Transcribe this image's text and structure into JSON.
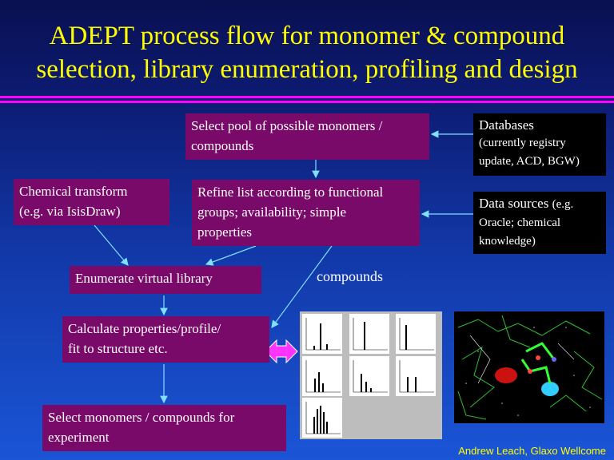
{
  "title": {
    "line1": "ADEPT process flow for monomer & compound",
    "line2": "selection, library enumeration, profiling and design"
  },
  "boxes": {
    "select_pool": {
      "line1": "Select pool of possible monomers /",
      "line2": "compounds"
    },
    "databases": {
      "line1": "Databases",
      "line2": "(currently registry",
      "line3": "update, ACD, BGW)"
    },
    "chemical_transform": {
      "line1": "Chemical transform",
      "line2": "(e.g. via IsisDraw)"
    },
    "refine_list": {
      "line1": "Refine list according to functional",
      "line2": "groups; availability; simple",
      "line3": "properties"
    },
    "data_sources": {
      "line1": "Data sources",
      "line1_small": "(e.g.",
      "line2": "Oracle; chemical",
      "line3": "knowledge)"
    },
    "enumerate": {
      "line1": "Enumerate virtual library"
    },
    "calculate": {
      "line1": "Calculate properties/profile/",
      "line2": "fit to structure etc."
    },
    "select_monomers": {
      "line1": "Select monomers / compounds for",
      "line2": "experiment"
    }
  },
  "labels": {
    "compounds": "compounds"
  },
  "credit": "Andrew Leach, Glaxo Wellcome",
  "colors": {
    "title": "#ffff00",
    "rule": "#ff00ff",
    "purple_box": "#7a0a6a",
    "arrow": "#7fe0ff",
    "double_arrow": "#ff33ff"
  }
}
